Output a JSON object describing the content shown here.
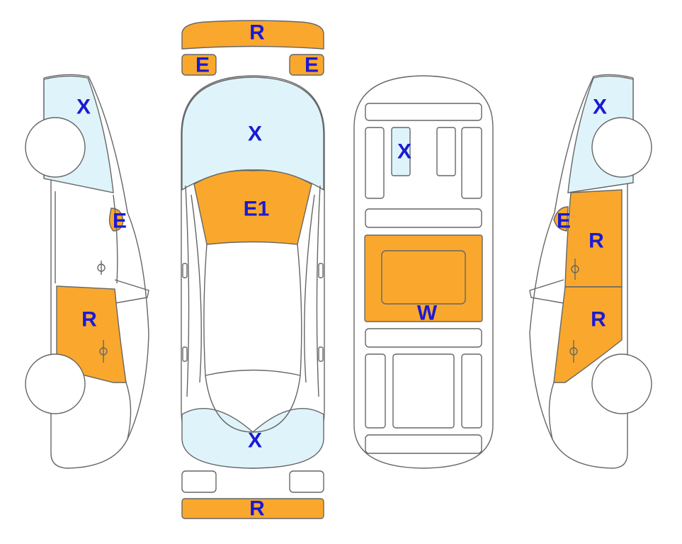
{
  "colors": {
    "damage_orange": "#F9A82D",
    "glass_blue": "#DFF4FA",
    "label_blue": "#1A1AD4",
    "outline": "#666666",
    "background": "#FFFFFF"
  },
  "labels": {
    "front_bumper": "R",
    "left_headlight": "E",
    "right_headlight": "E",
    "windshield": "X",
    "hood": "E1",
    "rear_window": "X",
    "rear_bumper": "R",
    "floor_small_window": "X",
    "floor_sunroof": "W",
    "left_side_window": "X",
    "left_side_light": "E",
    "left_side_rear_door": "R",
    "right_side_window": "X",
    "right_side_light": "E",
    "right_side_front_door": "R",
    "right_side_rear_door": "R"
  }
}
